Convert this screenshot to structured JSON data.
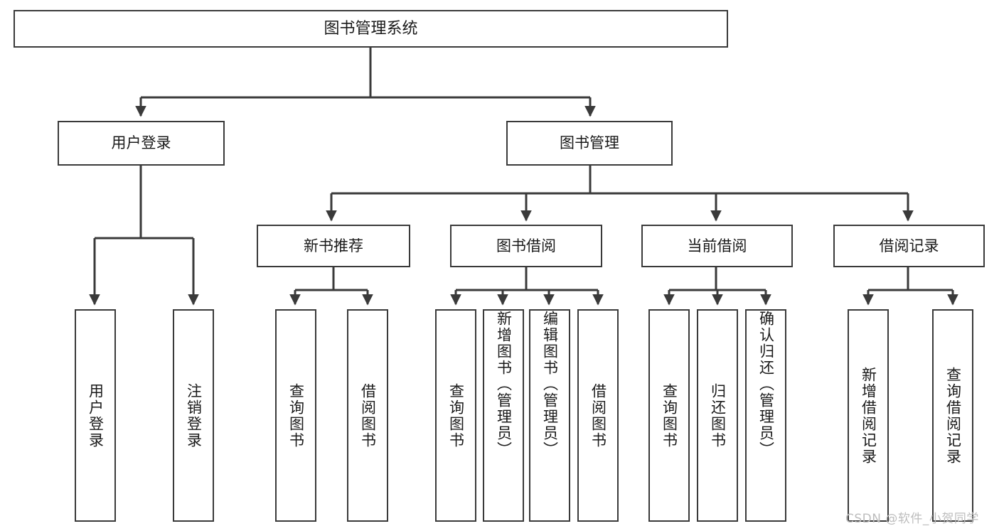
{
  "diagram": {
    "title": "图书管理系统",
    "type": "hierarchy-tree",
    "root": {
      "label": "图书管理系统"
    },
    "level1": [
      {
        "label": "用户登录"
      },
      {
        "label": "图书管理"
      }
    ],
    "level2": [
      {
        "label": "新书推荐"
      },
      {
        "label": "图书借阅"
      },
      {
        "label": "当前借阅"
      },
      {
        "label": "借阅记录"
      }
    ],
    "leaves": {
      "user_login": [
        {
          "label": "用户登录"
        },
        {
          "label": "注销登录"
        }
      ],
      "new_book_recommend": [
        {
          "label": "查询图书"
        },
        {
          "label": "借阅图书"
        }
      ],
      "book_borrow": [
        {
          "label": "查询图书"
        },
        {
          "label": "新增图书（管理员）"
        },
        {
          "label": "编辑图书（管理员）"
        },
        {
          "label": "借阅图书"
        }
      ],
      "current_borrow": [
        {
          "label": "查询图书"
        },
        {
          "label": "归还图书"
        },
        {
          "label": "确认归还（管理员）"
        }
      ],
      "borrow_record": [
        {
          "label": "新增借阅记录"
        },
        {
          "label": "查询借阅记录"
        }
      ]
    }
  },
  "watermark": {
    "text": "CSDN @软件_小贺同学"
  },
  "colors": {
    "stroke": "#3a3a3a",
    "text": "#1a1a1a",
    "background": "#ffffff",
    "watermark": "#bdbdbd"
  }
}
